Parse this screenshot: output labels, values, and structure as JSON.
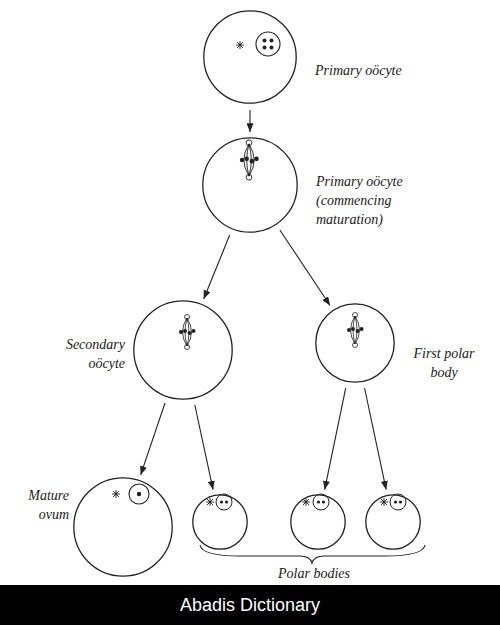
{
  "diagram": {
    "nodes": [
      {
        "text": [
          "Primary oöcyte"
        ]
      },
      {
        "text": [
          "Primary oöcyte (commencing maturation)"
        ]
      },
      {
        "text": [
          "Secondary oöcyte"
        ]
      },
      {
        "text": [
          "First polar body"
        ]
      },
      {
        "text": [
          "Mature ovum"
        ]
      },
      {
        "text": []
      },
      {
        "text": []
      },
      {
        "text": []
      }
    ],
    "edges": [
      {
        "from": 0,
        "to": 1,
        "arrow": "to"
      },
      {
        "from": 1,
        "to": 2,
        "arrow": "to"
      },
      {
        "from": 1,
        "to": 3,
        "arrow": "to"
      },
      {
        "from": 2,
        "to": 4,
        "arrow": "to"
      },
      {
        "from": 2,
        "to": 5,
        "arrow": "to"
      },
      {
        "from": 3,
        "to": 6,
        "arrow": "to"
      },
      {
        "from": 3,
        "to": 7,
        "arrow": "to"
      }
    ],
    "labels": [
      "Polar bodies",
      "Abadis Dictionary"
    ]
  }
}
